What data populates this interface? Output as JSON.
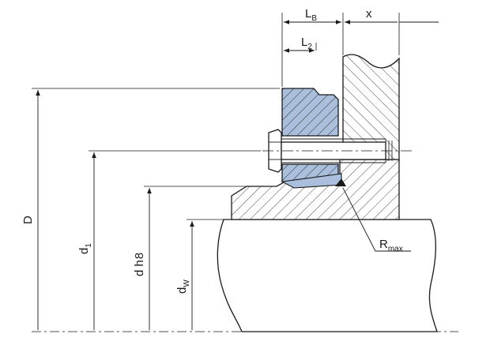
{
  "labels": {
    "LB_main": "L",
    "LB_sub": "B",
    "x": "x",
    "L2_main": "L",
    "L2_sub": "2",
    "D": "D",
    "d1_main": "d",
    "d1_sub": "1",
    "dh8": "d h",
    "dh8_sub": "8",
    "dW_main": "d",
    "dW_sub": "W",
    "Rmax_main": "R",
    "Rmax_sub": "max"
  },
  "colors": {
    "blue_fill": "#a9bfdc",
    "line": "#1a1a1a",
    "hatch": "#1a1a1a",
    "background": "#ffffff"
  }
}
